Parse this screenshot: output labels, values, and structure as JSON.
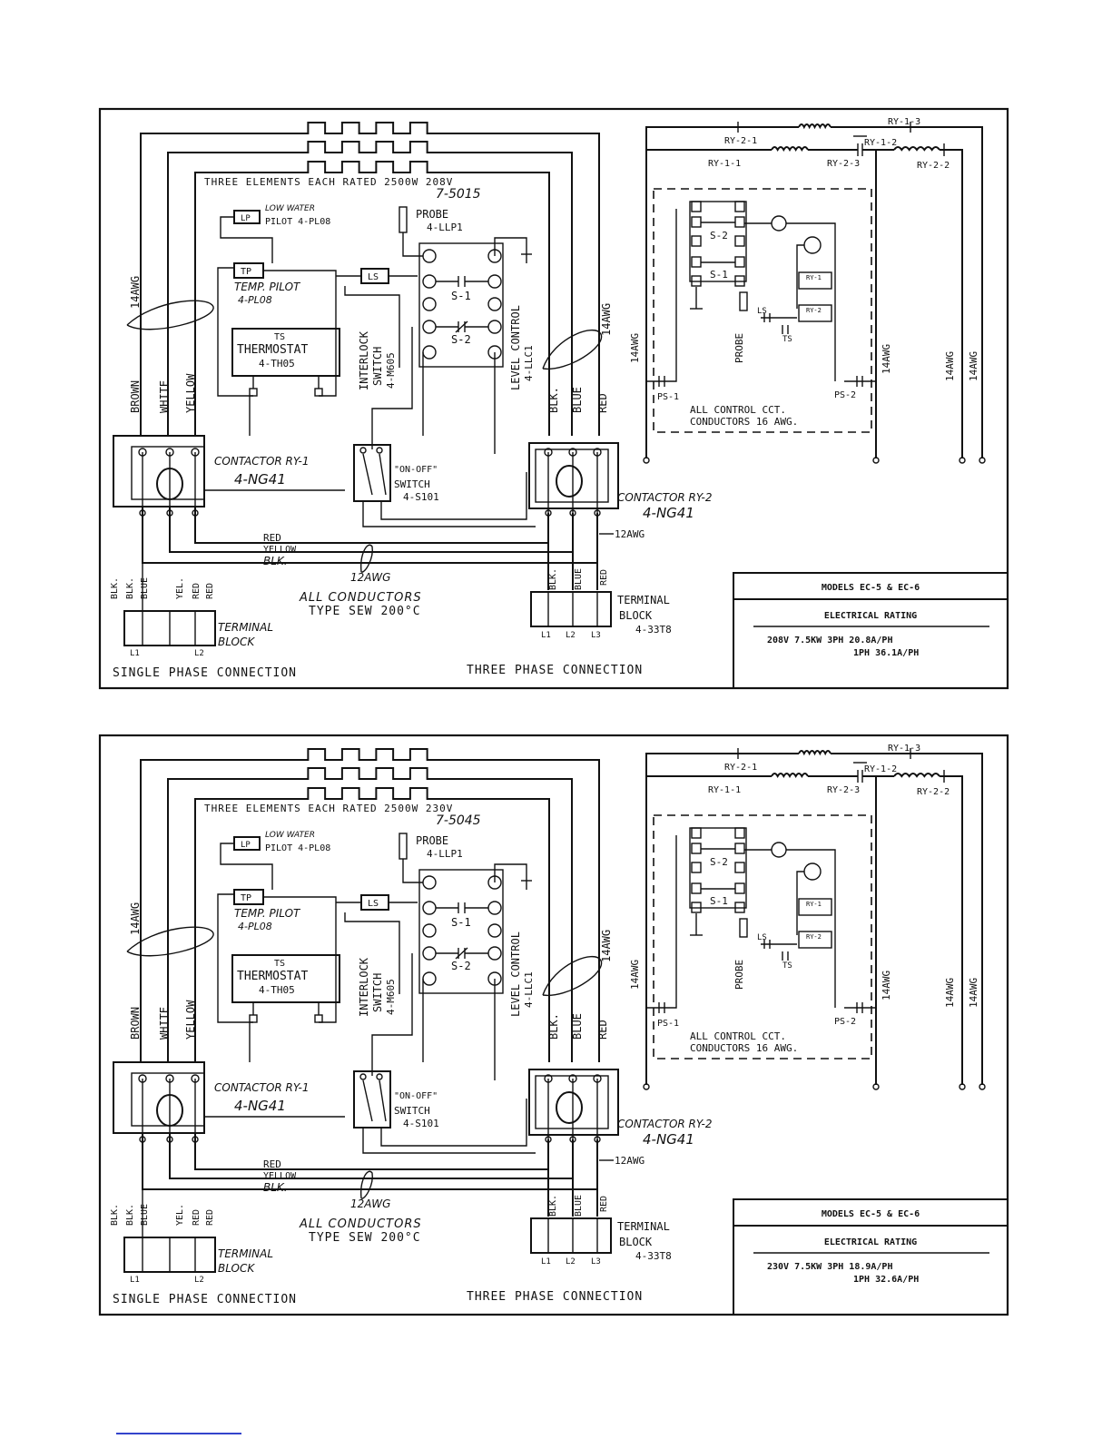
{
  "panels": [
    {
      "elements_label": "THREE ELEMENTS EACH RATED 2500W 208V",
      "elements_part": "7-5015",
      "low_water": "LOW WATER",
      "lp": "LP",
      "pilot": "PILOT 4-PL08",
      "probe": "PROBE",
      "probe_part": "4-LLP1",
      "tp": "TP",
      "temp_pilot": "TEMP. PILOT",
      "temp_pilot_part": "4-PL08",
      "ts": "TS",
      "thermostat": "THERMOSTAT",
      "thermostat_part": "4-TH05",
      "ls": "LS",
      "interlock": "INTERLOCK",
      "interlock_switch": "SWITCH",
      "interlock_part": "4-M605",
      "s1": "S-1",
      "s2": "S-2",
      "level_control": "LEVEL CONTROL",
      "level_part": "4-LLC1",
      "awg14": "14AWG",
      "awg12": "12AWG",
      "brown": "BROWN",
      "white": "WHITE",
      "yellow": "YELLOW",
      "blk": "BLK.",
      "blue": "BLUE",
      "red": "RED",
      "contactor1": "CONTACTOR RY-1",
      "contactor1_part": "4-NG41",
      "switch_onoff": "\"ON-OFF\"",
      "switch_label": "SWITCH",
      "switch_part": "4-S101",
      "contactor2": "CONTACTOR RY-2",
      "contactor2_part": "4-NG41",
      "wire_red": "RED",
      "wire_yellow": "YELLOW",
      "wire_blk": "BLK.",
      "all_conductors": "ALL CONDUCTORS",
      "type_sew": "TYPE SEW 200°C",
      "tb1_labels": [
        "BLK.",
        "BLK.",
        "BLUE",
        "YEL.",
        "RED",
        "RED"
      ],
      "terminal_block": "TERMINAL",
      "block": "BLOCK",
      "l1": "L1",
      "l2": "L2",
      "l3": "L3",
      "tb3_part": "4-33T8",
      "single_phase": "SINGLE PHASE CONNECTION",
      "three_phase": "THREE PHASE CONNECTION",
      "ry13": "RY-1-3",
      "ry21": "RY-2-1",
      "ry12": "RY-1-2",
      "ry11": "RY-1-1",
      "ry23": "RY-2-3",
      "ry22": "RY-2-2",
      "ry1": "RY-1",
      "ry2": "RY-2",
      "ps1": "PS-1",
      "ps2": "PS-2",
      "ctrl_note1": "ALL CONTROL CCT.",
      "ctrl_note2": "CONDUCTORS 16 AWG.",
      "models": "MODELS EC-5 & EC-6",
      "rating_title": "ELECTRICAL RATING",
      "rating_line1": "208V 7.5KW 3PH 20.8A/PH",
      "rating_line2": "1PH 36.1A/PH"
    },
    {
      "elements_label": "THREE ELEMENTS EACH RATED 2500W 230V",
      "elements_part": "7-5045",
      "low_water": "LOW WATER",
      "lp": "LP",
      "pilot": "PILOT 4-PL08",
      "probe": "PROBE",
      "probe_part": "4-LLP1",
      "tp": "TP",
      "temp_pilot": "TEMP. PILOT",
      "temp_pilot_part": "4-PL08",
      "ts": "TS",
      "thermostat": "THERMOSTAT",
      "thermostat_part": "4-TH05",
      "ls": "LS",
      "interlock": "INTERLOCK",
      "interlock_switch": "SWITCH",
      "interlock_part": "4-M605",
      "s1": "S-1",
      "s2": "S-2",
      "level_control": "LEVEL CONTROL",
      "level_part": "4-LLC1",
      "awg14": "14AWG",
      "awg12": "12AWG",
      "brown": "BROWN",
      "white": "WHITE",
      "yellow": "YELLOW",
      "blk": "BLK.",
      "blue": "BLUE",
      "red": "RED",
      "contactor1": "CONTACTOR RY-1",
      "contactor1_part": "4-NG41",
      "switch_onoff": "\"ON-OFF\"",
      "switch_label": "SWITCH",
      "switch_part": "4-S101",
      "contactor2": "CONTACTOR RY-2",
      "contactor2_part": "4-NG41",
      "wire_red": "RED",
      "wire_yellow": "YELLOW",
      "wire_blk": "BLK.",
      "all_conductors": "ALL CONDUCTORS",
      "type_sew": "TYPE SEW 200°C",
      "tb1_labels": [
        "BLK.",
        "BLK.",
        "BLUE",
        "YEL.",
        "RED",
        "RED"
      ],
      "terminal_block": "TERMINAL",
      "block": "BLOCK",
      "l1": "L1",
      "l2": "L2",
      "l3": "L3",
      "tb3_part": "4-33T8",
      "single_phase": "SINGLE PHASE CONNECTION",
      "three_phase": "THREE PHASE CONNECTION",
      "ry13": "RY-1-3",
      "ry21": "RY-2-1",
      "ry12": "RY-1-2",
      "ry11": "RY-1-1",
      "ry23": "RY-2-3",
      "ry22": "RY-2-2",
      "ry1": "RY-1",
      "ry2": "RY-2",
      "ps1": "PS-1",
      "ps2": "PS-2",
      "ctrl_note1": "ALL CONTROL CCT.",
      "ctrl_note2": "CONDUCTORS 16 AWG.",
      "models": "MODELS EC-5 & EC-6",
      "rating_title": "ELECTRICAL RATING",
      "rating_line1": "230V 7.5KW 3PH 18.9A/PH",
      "rating_line2": "1PH 32.6A/PH"
    }
  ]
}
